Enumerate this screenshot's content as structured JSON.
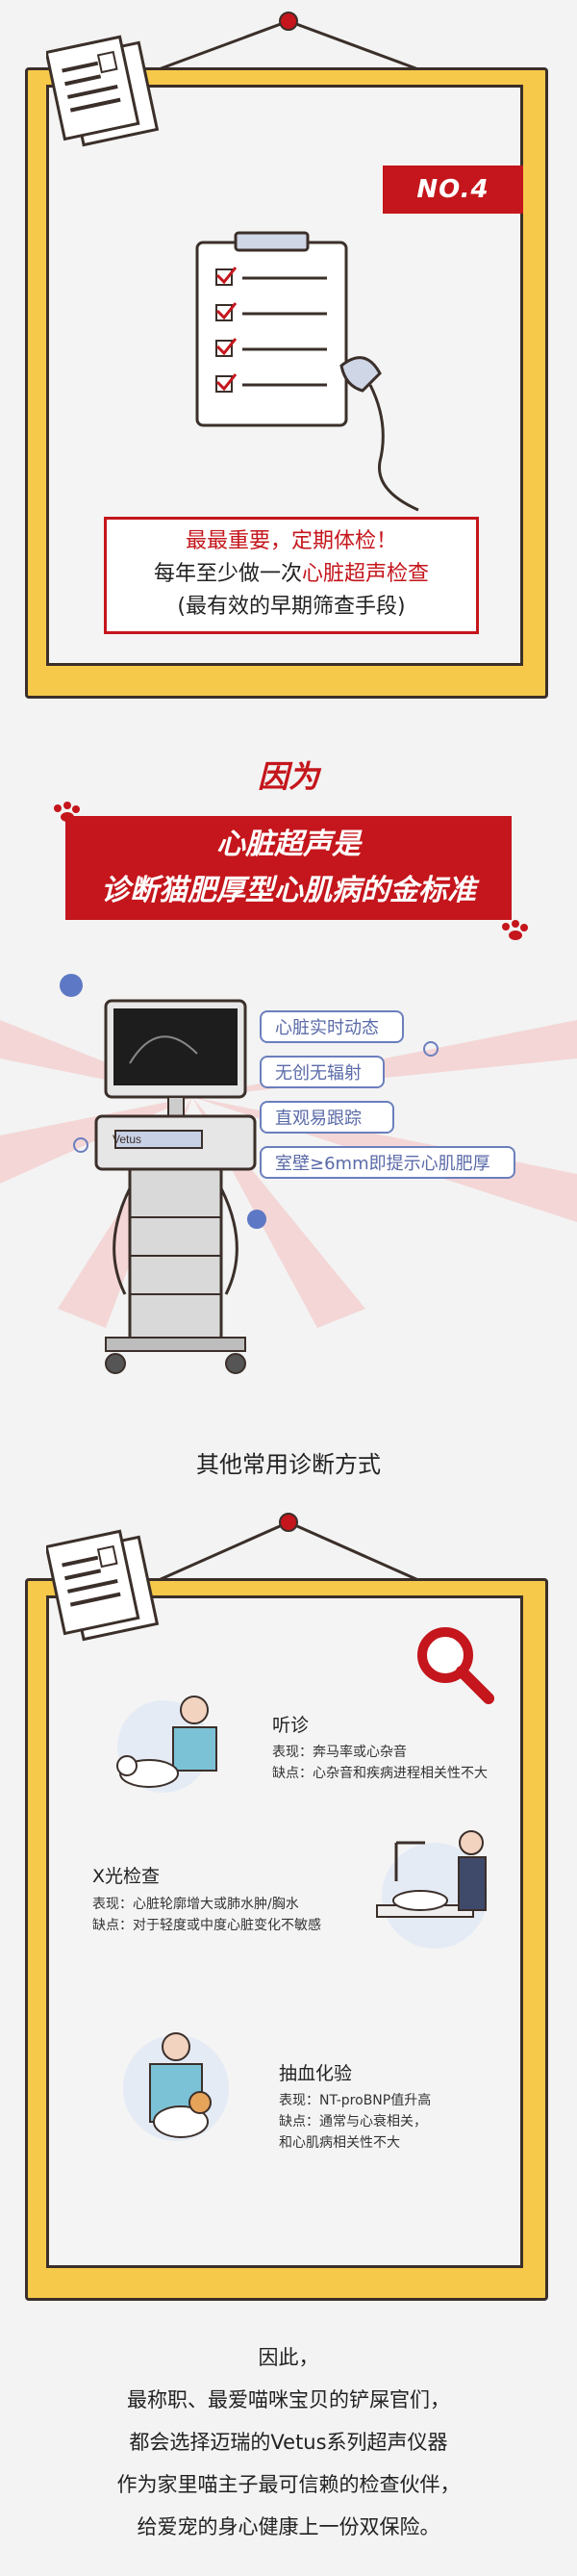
{
  "card1": {
    "badge": "NO.4",
    "line1": "最最重要，定期体检！",
    "line2_prefix": "每年至少做一次",
    "line2_highlight": "心脏超声检查",
    "line3": "(最有效的早期筛查手段)"
  },
  "because": {
    "title": "因为",
    "banner_line1": "心脏超声是",
    "banner_line2": "诊断猫肥厚型心肌病的金标准",
    "device_brand": "Vetus",
    "features": [
      "心脏实时动态",
      "无创无辐射",
      "直观易跟踪",
      "室壁≥6mm即提示心肌肥厚"
    ]
  },
  "other_methods": {
    "heading": "其他常用诊断方式",
    "items": [
      {
        "title": "听诊",
        "lines": [
          "表现：奔马率或心杂音",
          "缺点：心杂音和疾病进程相关性不大"
        ]
      },
      {
        "title": "X光检查",
        "lines": [
          "表现：心脏轮廓增大或肺水肿/胸水",
          "缺点：对于轻度或中度心脏变化不敏感"
        ]
      },
      {
        "title": "抽血化验",
        "lines": [
          "表现：NT-proBNP值升高",
          "缺点：通常与心衰相关，",
          "和心肌病相关性不大"
        ]
      }
    ]
  },
  "conclusion": {
    "lines": [
      "因此，",
      "最称职、最爱喵咪宝贝的铲屎官们，",
      "都会选择迈瑞的Vetus系列超声仪器",
      "作为家里喵主子最可信赖的检查伙伴，",
      "给爱宠的身心健康上一份双保险。"
    ]
  },
  "colors": {
    "accent_red": "#c4161c",
    "frame_yellow": "#f6c94a",
    "pill_blue": "#6b7fbd"
  }
}
